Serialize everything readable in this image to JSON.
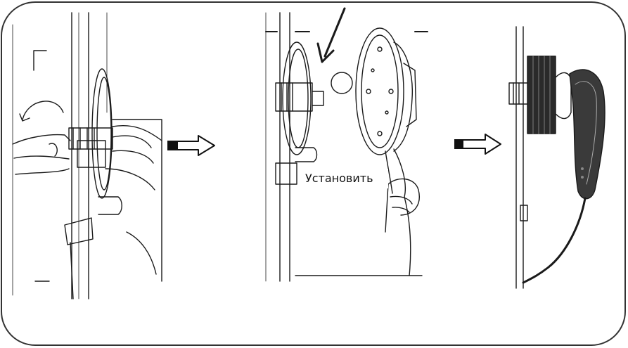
{
  "diagram": {
    "steps": [
      {
        "id": "step-1",
        "description_icon": "hand-attaching-clip-to-pole"
      },
      {
        "id": "step-2",
        "description_icon": "mount-plate-and-fan-head"
      },
      {
        "id": "step-3",
        "description_icon": "fan-mounted-on-pole"
      }
    ],
    "install_label": "Установить",
    "arrows": [
      "arrow-right-icon",
      "arrow-right-icon"
    ],
    "colors": {
      "line": "#1a1a1a",
      "border": "#333333",
      "background": "#ffffff"
    }
  }
}
